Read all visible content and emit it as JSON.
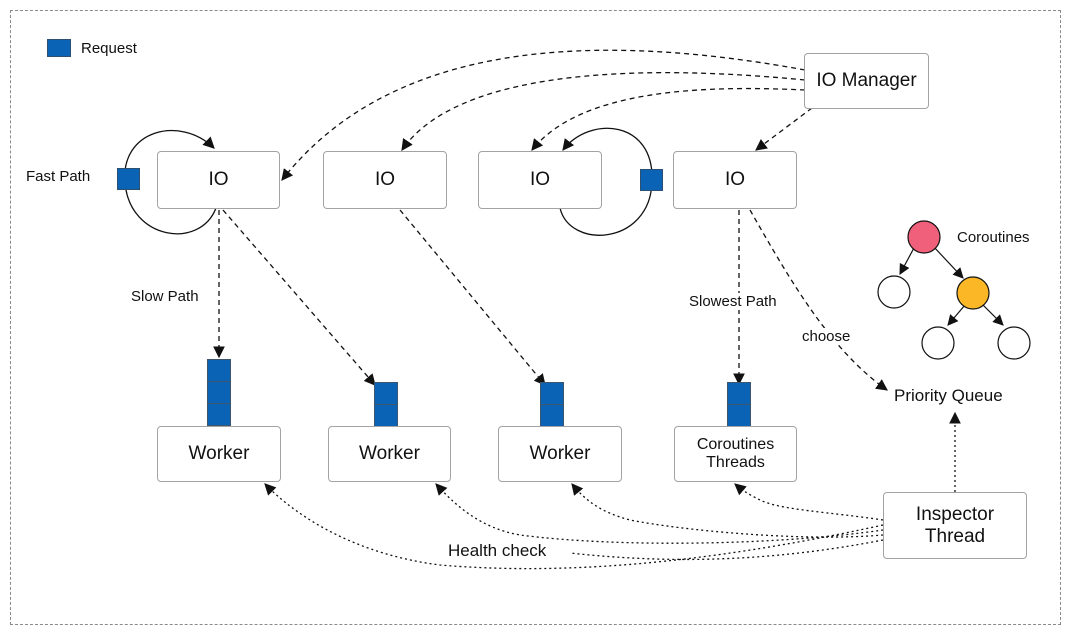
{
  "legend": {
    "request_label": "Request",
    "request_color": "#0b63b6"
  },
  "io_manager": {
    "label": "IO Manager"
  },
  "io_nodes": [
    {
      "label": "IO"
    },
    {
      "label": "IO"
    },
    {
      "label": "IO"
    },
    {
      "label": "IO"
    }
  ],
  "workers": [
    {
      "label": "Worker"
    },
    {
      "label": "Worker"
    },
    {
      "label": "Worker"
    },
    {
      "label": "Coroutines\nThreads"
    }
  ],
  "inspector": {
    "label": "Inspector\nThread"
  },
  "priority_queue": {
    "label": "Priority Queue"
  },
  "coroutines_tree": {
    "label": "Coroutines",
    "root_color": "#f0607a",
    "active_color": "#fbb726"
  },
  "paths": {
    "fast": "Fast Path",
    "slow": "Slow Path",
    "slowest": "Slowest Path",
    "choose": "choose",
    "health": "Health check"
  }
}
